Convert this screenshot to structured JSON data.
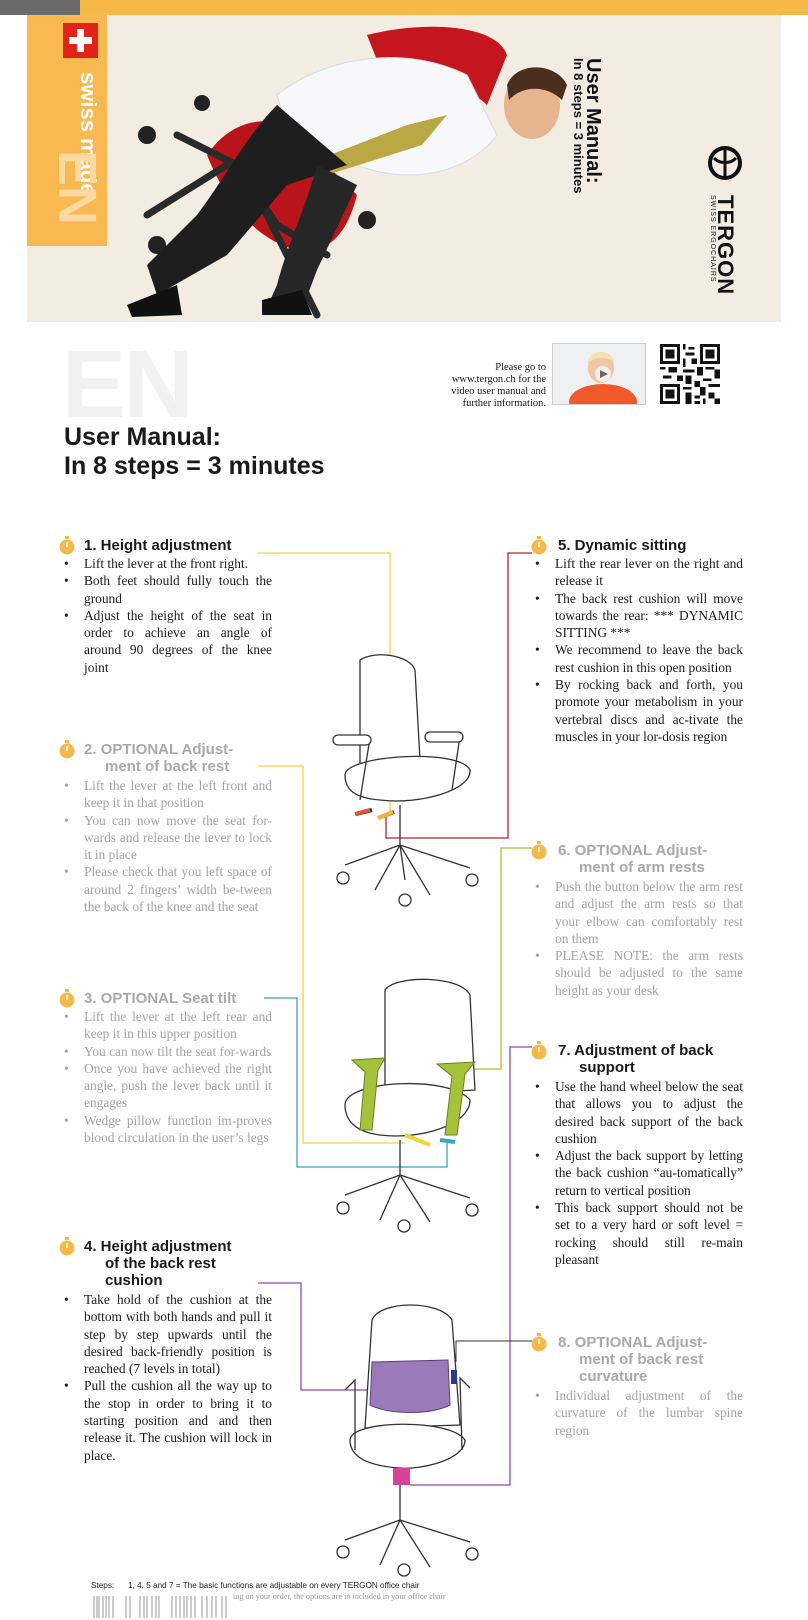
{
  "cover": {
    "swiss_made": "swiss made",
    "en": "EN",
    "title": "User Manual:",
    "subtitle": "In 8 steps = 3 minutes",
    "brand": "TERGON",
    "brand_sub": "SWISS ERGOCHAIRS"
  },
  "header": {
    "watermark": "EN",
    "video_note": "Please go to www.tergon.ch for the video user manual and further information.",
    "title_line1": "User Manual:",
    "title_line2": "In 8 steps = 3 minutes"
  },
  "steps": [
    {
      "title": "1. Height adjustment",
      "optional": false,
      "items": [
        "Lift the lever at the front right.",
        "Both feet should fully touch the ground",
        "Adjust the height of the seat in order to achieve an angle of around 90 degrees of the knee joint"
      ]
    },
    {
      "title": "2. OPTIONAL Adjust-ment of back rest",
      "optional": true,
      "items": [
        "Lift the lever at the left front and keep it in that position",
        "You can now move the seat for-wards and release the lever to lock it in place",
        "Please check that you left space of around 2 fingers’ width be-tween the back of the knee and the seat"
      ]
    },
    {
      "title": "3. OPTIONAL Seat tilt",
      "optional": true,
      "items": [
        "Lift the lever at the left rear and keep it in this upper position",
        "You can now tilt the seat for-wards",
        "Once you have achieved the right angle, push the lever back until it engages",
        "Wedge pillow function im-proves blood circulation in the user’s legs"
      ]
    },
    {
      "title": "4. Height adjustment of the back rest cushion",
      "optional": false,
      "items": [
        "Take hold of the cushion at the bottom with both hands and pull it step by step upwards until the desired back-friendly position is reached (7 levels in total)",
        "Pull the cushion all the way up to the stop in order to bring it to starting position and and then release it. The cushion will lock in place."
      ]
    },
    {
      "title": "5. Dynamic sitting",
      "optional": false,
      "items": [
        "Lift the rear lever on the right and release it",
        "The back rest cushion will move towards the rear: *** DYNAMIC SITTING ***",
        "We recommend to leave the back rest cushion in this open position",
        "By rocking back and forth, you promote your metabolism in your vertebral discs and ac-tivate the muscles in your lor-dosis region"
      ]
    },
    {
      "title": "6. OPTIONAL Adjust-ment of arm rests",
      "optional": true,
      "items": [
        "Push the button below the arm rest and adjust the arm rests so that your elbow can comfortably rest on them",
        "PLEASE NOTE: the arm rests should be adjusted to the same height as your desk"
      ]
    },
    {
      "title": "7. Adjustment of back support",
      "optional": false,
      "items": [
        "Use the hand wheel below the seat that allows you to adjust the desired back support of the back cushion",
        "Adjust the back support by letting the back cushion “au-tomatically” return to vertical position",
        "This back support should not be set to a very hard or soft level = rocking should still re-main pleasant"
      ]
    },
    {
      "title": "8. OPTIONAL Adjust-ment of back rest curvature",
      "optional": true,
      "items": [
        "Individual adjustment of the curvature of the lumbar spine region"
      ]
    }
  ],
  "footer": {
    "label": "Steps:",
    "line1": "1, 4, 5 and 7 = The basic functions are adjustable on every TERGON office chair",
    "line2": "ing on your order, the options are in included in your office chair"
  },
  "colors": {
    "accent": "#f7b84a",
    "step1": "#f2d33a",
    "step2": "#f2d33a",
    "step3": "#3aa3c0",
    "step4": "#8f4aa8",
    "step5": "#b0262b",
    "step6": "#a6c23a",
    "step7": "#8f4aa8"
  }
}
